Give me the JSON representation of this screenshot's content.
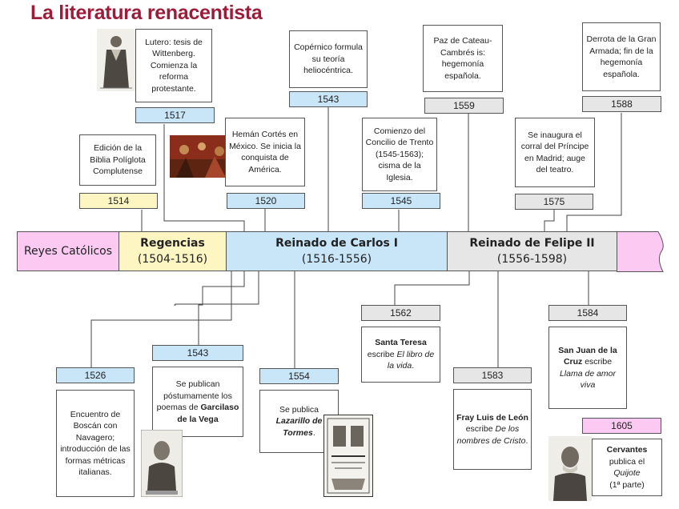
{
  "title": "La literatura renacentista",
  "bands": {
    "reyes": "Reyes Católicos",
    "regencias": {
      "name": "Regencias",
      "years": "(1504-1516)"
    },
    "carlos": {
      "name": "Reinado de Carlos I",
      "years": "(1516-1556)"
    },
    "felipe": {
      "name": "Reinado de Felipe II",
      "years": "(1556-1598)"
    }
  },
  "events": {
    "e1514": {
      "year": "1514",
      "text": "Edición de la Biblia Políglota Complutense"
    },
    "e1517": {
      "year": "1517",
      "text": "Lutero: tesis de Wittenberg. Comienza la reforma protestante."
    },
    "e1520": {
      "year": "1520",
      "text": "Hemán Cortés en México. Se inicia la conquista de América."
    },
    "e1543top": {
      "year": "1543",
      "text": "Copérnico formula su teoría heliocéntrica."
    },
    "e1545": {
      "year": "1545",
      "text": "Comienzo del Concilio de Trento (1545-1563); cisma de la Iglesia."
    },
    "e1559": {
      "year": "1559",
      "text": "Paz de Cateau-Cambrés is: hegemonía española."
    },
    "e1575": {
      "year": "1575",
      "text": "Se inaugura el corral del Príncipe en Madrid; auge del teatro."
    },
    "e1588": {
      "year": "1588",
      "text": "Derrota de la Gran Armada; fin de la hegemonía española."
    },
    "e1526": {
      "year": "1526",
      "text": "Encuentro de Boscán con Navagero; introducción de las formas métricas italianas."
    },
    "e1543": {
      "year": "1543",
      "text_a": "Se publican póstumamente los poemas de",
      "text_b": "Garcilaso de la Vega"
    },
    "e1554": {
      "year": "1554",
      "text_a": "Se publica",
      "text_b": "Lazarillo de Tormes",
      "text_c": "."
    },
    "e1562": {
      "year": "1562",
      "text_a": "Santa Teresa",
      "text_b": "escribe",
      "text_c": "El libro de la vida",
      "text_d": "."
    },
    "e1583": {
      "year": "1583",
      "text_a": "Fray Luis de León",
      "text_b": "escribe",
      "text_c": "De los nombres de Cristo",
      "text_d": "."
    },
    "e1584": {
      "year": "1584",
      "text_a": "San Juan de la Cruz",
      "text_b": "escribe",
      "text_c": "Llama de amor viva"
    },
    "e1605": {
      "year": "1605",
      "text_a": "Cervantes",
      "text_b": "publica el",
      "text_c": "Quijote",
      "text_d": "(1ª parte)"
    }
  },
  "colors": {
    "title": "#9c1c3a",
    "blue": "#c9e6f9",
    "grey": "#e6e6e6",
    "yellow": "#fdf6c2",
    "pink": "#fbc9f2"
  }
}
